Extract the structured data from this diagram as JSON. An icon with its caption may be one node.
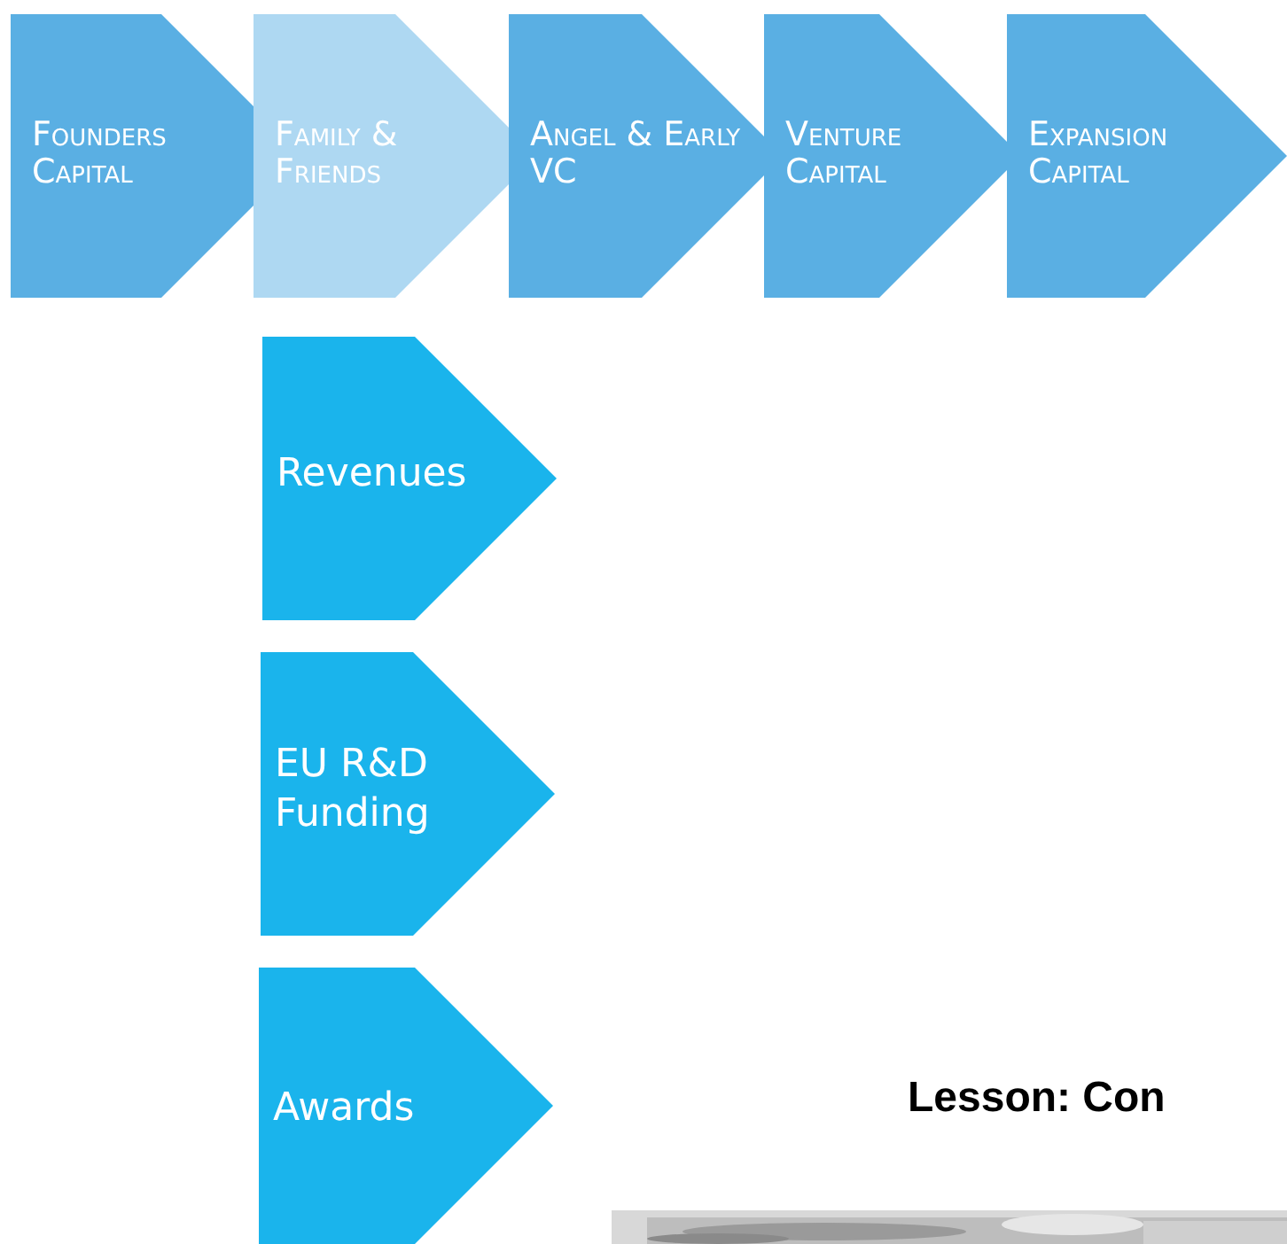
{
  "diagram": {
    "nodes": [
      {
        "text": [
          "Founders Capital"
        ]
      },
      {
        "text": [
          "Family & Friends"
        ]
      },
      {
        "text": [
          "Angel & Early VC"
        ]
      },
      {
        "text": [
          "Venture Capital"
        ]
      },
      {
        "text": [
          "Expansion Capital"
        ]
      },
      {
        "text": [
          "Revenues"
        ]
      },
      {
        "text": [
          "EU R&D Funding"
        ]
      },
      {
        "text": [
          "Awards"
        ]
      }
    ],
    "edges": [],
    "labels": [
      "Lesson: Con"
    ]
  }
}
